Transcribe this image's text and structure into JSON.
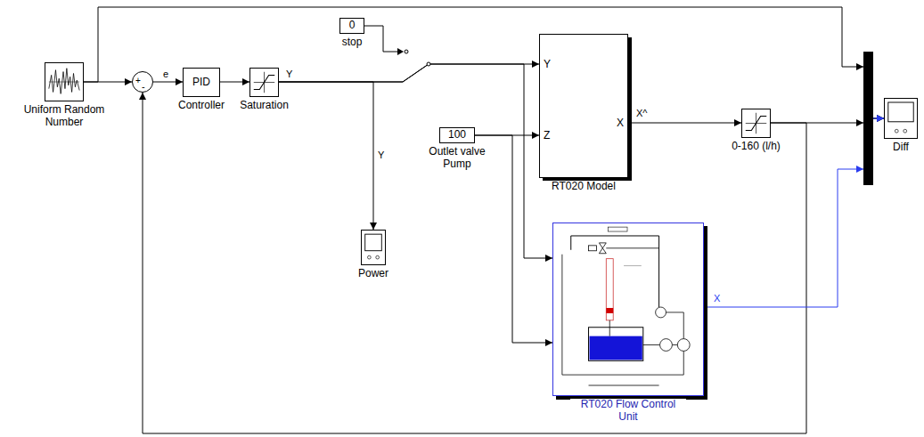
{
  "diagram": {
    "nodes": [
      {
        "text": [
          "Uniform Random Number"
        ]
      },
      {
        "text": [
          "+",
          "-"
        ]
      },
      {
        "text": [
          "PID",
          "Controller"
        ]
      },
      {
        "text": [
          "Saturation"
        ]
      },
      {
        "text": [
          "0",
          "stop"
        ]
      },
      {
        "text": [
          "100",
          "Outlet valve Pump"
        ]
      },
      {
        "text": [
          "Y",
          "Z",
          "X",
          "RT020 Model"
        ]
      },
      {
        "text": [
          "Power"
        ]
      },
      {
        "text": [
          "RT020 Flow Control Unit"
        ]
      },
      {
        "text": [
          "0-160 (l/h)"
        ]
      },
      {
        "text": [
          "Diff"
        ]
      }
    ],
    "edges": [
      {
        "from": 0,
        "to": 1,
        "arrow": "to"
      },
      {
        "from": 0,
        "to": 10,
        "arrow": "to"
      },
      {
        "from": 1,
        "to": 2,
        "arrow": "to",
        "label": "e"
      },
      {
        "from": 2,
        "to": 3,
        "arrow": "to"
      },
      {
        "from": 3,
        "to": 6,
        "arrow": "to",
        "label": "Y"
      },
      {
        "from": 3,
        "to": 8,
        "arrow": "to"
      },
      {
        "from": 3,
        "to": 7,
        "arrow": "to",
        "label": "Y"
      },
      {
        "from": 5,
        "to": 6,
        "arrow": "to"
      },
      {
        "from": 5,
        "to": 8,
        "arrow": "to"
      },
      {
        "from": 6,
        "to": 9,
        "arrow": "to",
        "label": "X^"
      },
      {
        "from": 9,
        "to": 10,
        "arrow": "to"
      },
      {
        "from": 9,
        "to": 1,
        "arrow": "to"
      },
      {
        "from": 8,
        "to": 10,
        "arrow": "to",
        "label": "X"
      }
    ]
  }
}
